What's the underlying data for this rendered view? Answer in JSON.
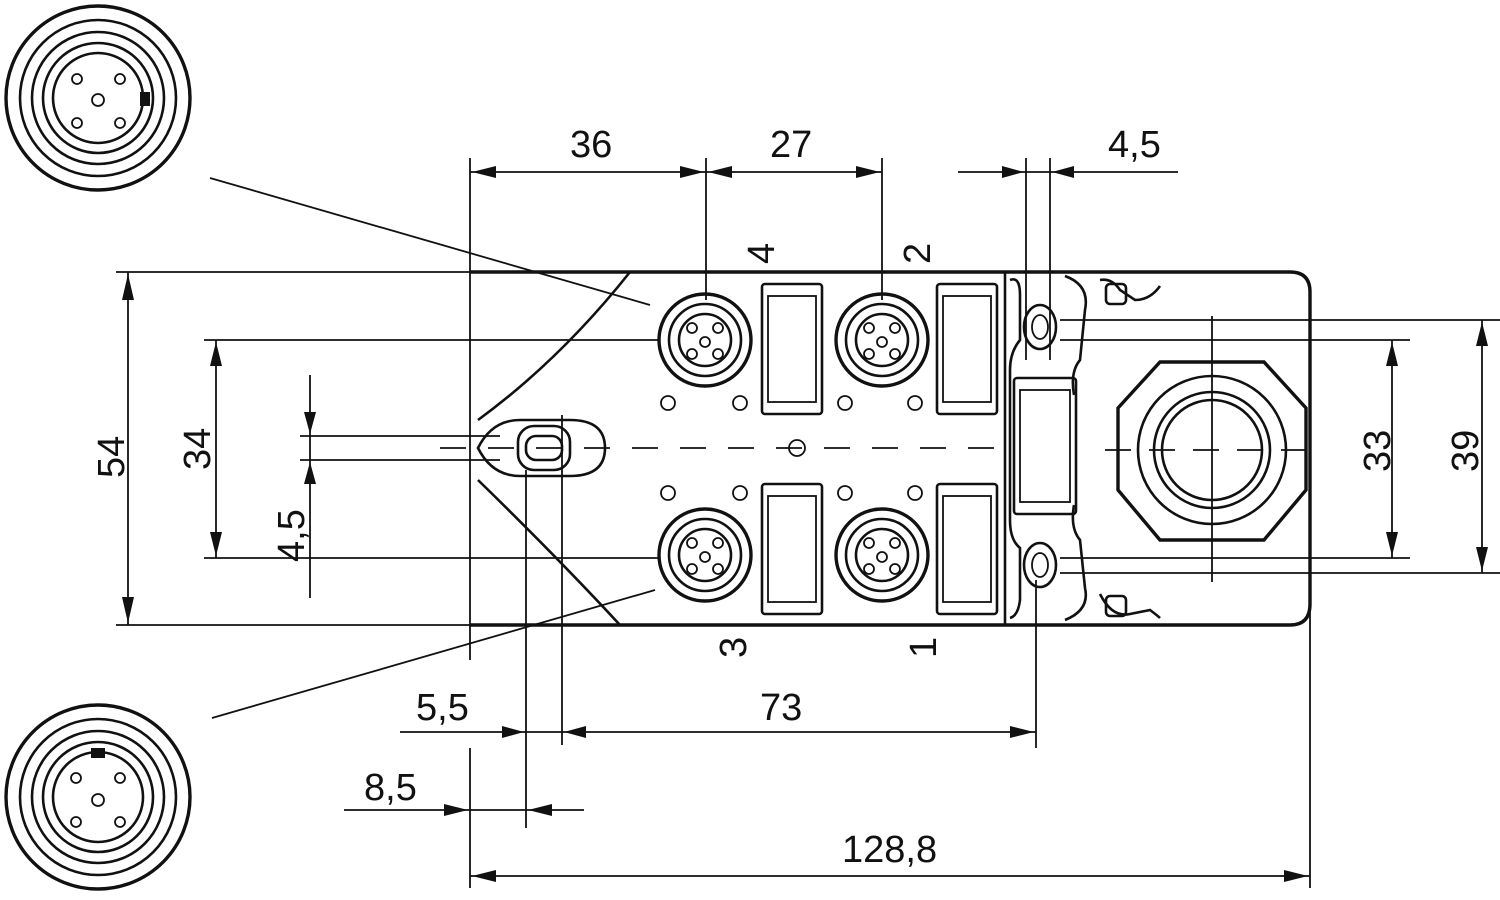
{
  "dimensions": {
    "d36": "36",
    "d27": "27",
    "d4_5_top": "4,5",
    "d54": "54",
    "d34": "34",
    "d4_5_left": "4,5",
    "d33": "33",
    "d39": "39",
    "d5_5": "5,5",
    "d73": "73",
    "d8_5": "8,5",
    "d128_8": "128,8"
  },
  "ports": {
    "p1": "1",
    "p2": "2",
    "p3": "3",
    "p4": "4"
  },
  "colors": {
    "ink": "#111111",
    "paper": "#ffffff"
  }
}
